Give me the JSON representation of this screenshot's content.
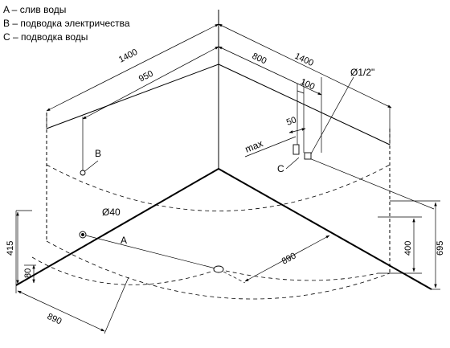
{
  "legend": [
    {
      "key": "A",
      "text": "слив воды"
    },
    {
      "key": "B",
      "text": "подводка электричества"
    },
    {
      "key": "C",
      "text": "подводка воды"
    }
  ],
  "dimensions": {
    "top_left_1400": "1400",
    "top_950": "950",
    "top_800": "800",
    "top_right_1400": "1400",
    "d100": "100",
    "d50": "50",
    "max": "max",
    "pipe": "Ø1/2\"",
    "drain_dia": "Ø40",
    "h415": "415",
    "h80": "80",
    "w890_left": "890",
    "w890_right": "890",
    "h400": "400",
    "h695": "695"
  },
  "callouts": {
    "a": "A",
    "b": "B",
    "c": "C"
  }
}
